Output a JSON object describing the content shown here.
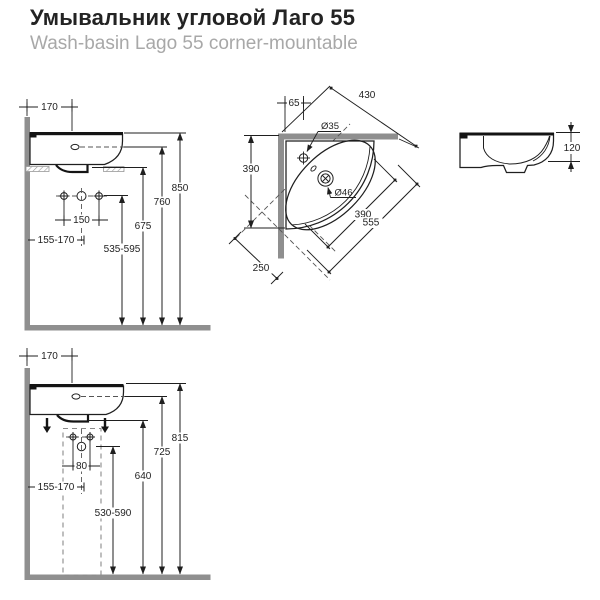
{
  "header": {
    "title": "Умывальник угловой Лаго 55",
    "subtitle": "Wash-basin Lago 55 corner-mountable"
  },
  "colors": {
    "wall": "#8f8f8f",
    "line": "#1f1f1f",
    "subtitle": "#a8a8a8",
    "dash": "#8a8a8a",
    "paper": "#ffffff"
  },
  "wall_mount_view": {
    "shelf_depth": "170",
    "overall_height": "850",
    "overflow_height": "760",
    "underside_height": "675",
    "hole_spacing": "150",
    "wall_offset": "155-170",
    "trap_height_range": "535-595"
  },
  "top_view": {
    "edge_width": "430",
    "tap_offset": "65",
    "tap_hole_dia": "Ø35",
    "side_depth": "390",
    "drain_dia": "Ø46",
    "bowl_width": "390",
    "diagonal_depth": "555",
    "corner_offset": "250"
  },
  "front_view": {
    "bowl_depth": "120"
  },
  "pedestal_view": {
    "shelf_depth": "170",
    "overall_height": "815",
    "overflow_height": "725",
    "underside_height": "640",
    "hole_spacing": "80",
    "wall_offset": "155-170",
    "trap_height_range": "530-590"
  }
}
